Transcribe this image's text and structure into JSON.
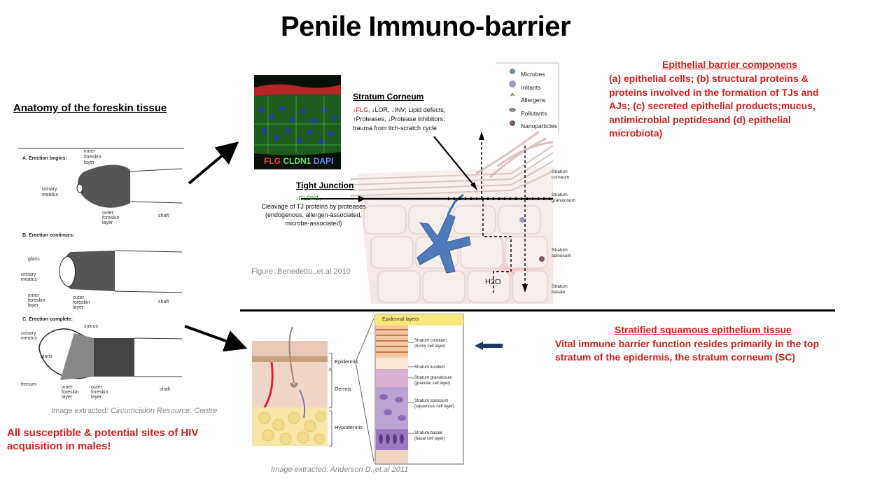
{
  "title": "Penile Immuno-barrier",
  "left": {
    "heading": "Anatomy of the foreskin tissue",
    "stages": [
      {
        "label": "A. Erection begins:",
        "parts": [
          "inner foreskin layer",
          "urinary meatus",
          "outer foreskin layer",
          "shaft"
        ]
      },
      {
        "label": "B. Erection continues:",
        "parts": [
          "glans",
          "urinary meatus",
          "inner foreskin layer",
          "outer foreskin layer",
          "shaft"
        ]
      },
      {
        "label": "C. Erection complete:",
        "parts": [
          "sulcus",
          "urinary meatus",
          "glans",
          "frenum",
          "inner foreskin layer",
          "outer foreskin layer",
          "shaft"
        ]
      }
    ],
    "caption_prefix": "Image extracted:",
    "caption_source": "Circumcision Resource. Centre",
    "note_line1": "All susceptible & potential sites of HIV",
    "note_line2": "acquisition in males!"
  },
  "micro": {
    "labels": [
      "FLG",
      "CLDN1",
      "DAPI"
    ],
    "label_colors": [
      "#ff3a3a",
      "#5cf05c",
      "#5a7aff"
    ]
  },
  "barrier_fig": {
    "sc_title": "Stratum Corneum",
    "sc_line1_parts": [
      "↓FLG",
      ", ↓LOR, ↓INV; Lipid defects;"
    ],
    "sc_line2": "↑Proteases, ↓Protease inhibitors;",
    "sc_line3": "trauma from itch-scratch cycle",
    "tj_title": "Tight Junction",
    "tj_line1": "↓CLDN1,",
    "tj_line2": "Cleavage of TJ proteins by proteases",
    "tj_line3": "(endogenous, allergen-associated,",
    "tj_line4": "microbe-associated)",
    "legend": [
      "Microbes",
      "Irritants",
      "Allergens",
      "Pollutants",
      "Nanoparticles"
    ],
    "layers": [
      "Stratum corneum",
      "Stratum granulosum",
      "Stratum spinosum",
      "Stratum basale"
    ],
    "water": "H2O",
    "caption": "Figure: Benedetto.,et.al 2010"
  },
  "right_top": {
    "heading": "Epithelial barrier componens",
    "lines": [
      "(a) epithelial cells; (b) structural proteins &",
      "proteins involved in the formation of TJs and",
      "AJs; (c) secreted epithelial products;mucus,",
      "antimicrobial peptidesand (d) epithelial",
      "microbiota)"
    ]
  },
  "skin_fig": {
    "layer_title": "Epidermal layers",
    "regions": [
      "Epidermis",
      "Dermis",
      "Hypodermis"
    ],
    "layers": [
      {
        "name": "Stratum corneum",
        "sub": "(horny cell layer)"
      },
      {
        "name": "Stratum lucidum",
        "sub": ""
      },
      {
        "name": "Stratum granulosum",
        "sub": "(granular cell layer)"
      },
      {
        "name": "Stratum spinosum",
        "sub": "(squamous cell layer)"
      },
      {
        "name": "Stratum basale",
        "sub": "(basal cell layer)"
      }
    ],
    "caption": "Image extracted: Anderson D.,et.al 2011"
  },
  "right_bottom": {
    "heading": "Stratified squamous epithelium tissue",
    "line1": "Vital immune barrier function resides primarily in the top",
    "line2": "stratum of the epidermis, the stratum corneum (SC)"
  },
  "colors": {
    "accent_red": "#d81e1e",
    "arrow_navy": "#1f3864"
  }
}
